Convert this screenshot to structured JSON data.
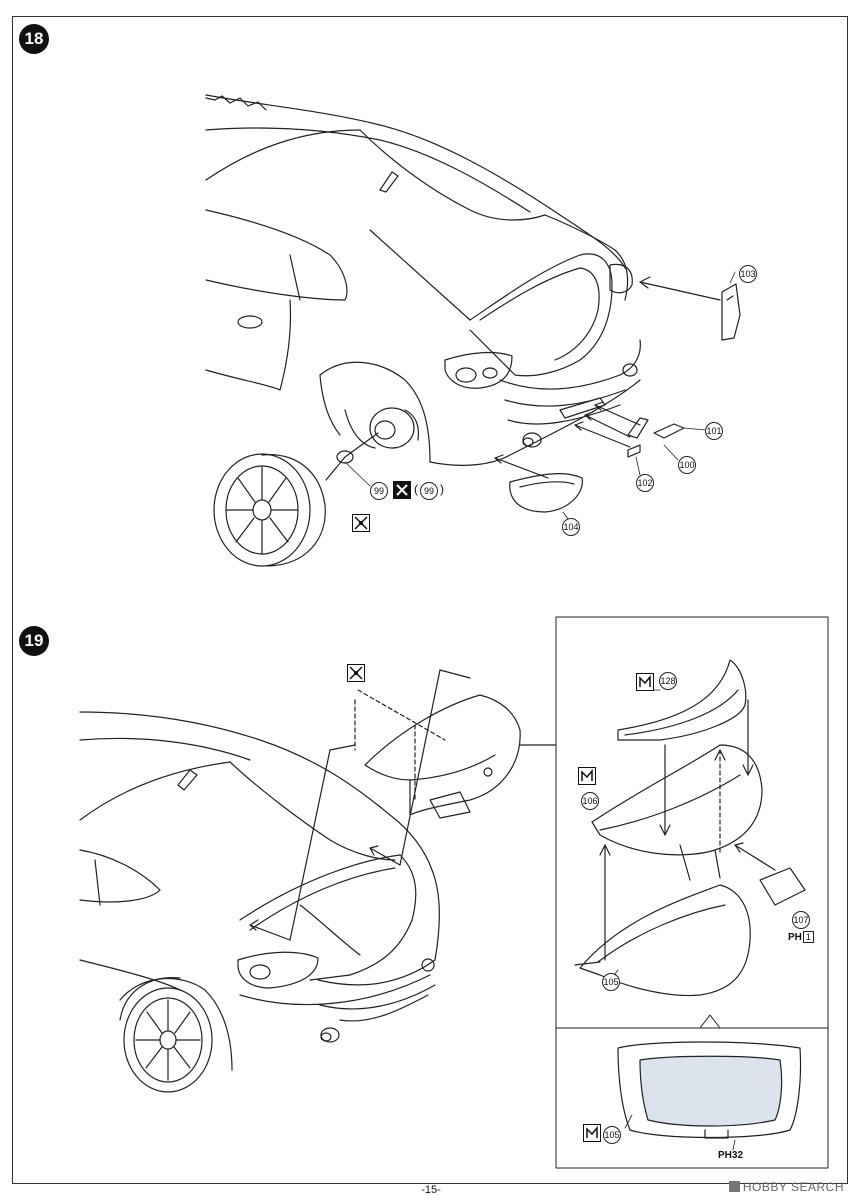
{
  "steps": {
    "s18": "18",
    "s19": "19"
  },
  "parts": {
    "p99": "99",
    "p99b": "99",
    "p100": "100",
    "p101": "101",
    "p102": "102",
    "p103": "103",
    "p104": "104",
    "p105a": "105",
    "p105b": "105",
    "p106": "106",
    "p107": "107",
    "p128": "128"
  },
  "paint_codes": {
    "ph1_prefix": "PH",
    "ph1_box": "1",
    "ph32": "PH32"
  },
  "parens": {
    "open": "(",
    "close": ")"
  },
  "footer": {
    "page_number": "-15-"
  },
  "watermark": {
    "text": "HOBBY SEARCH"
  },
  "icons": {
    "glue": "glue-icon",
    "no_glue": "no-glue-icon",
    "decal": "decal-icon"
  }
}
